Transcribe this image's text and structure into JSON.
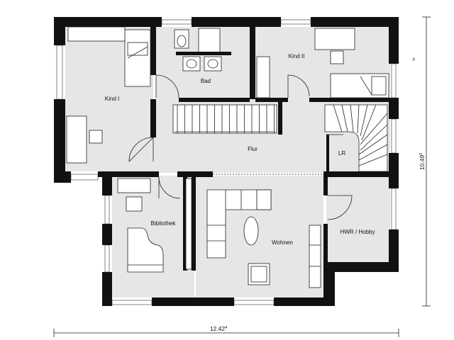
{
  "rooms": {
    "kind1": "Kind I",
    "bad": "Bad",
    "kind2": "Kind II",
    "flur": "Flur",
    "lr": "LR",
    "bibliothek": "Bibliothek",
    "wohnen": "Wohnen",
    "hwr": "HWR / Hobby"
  },
  "dimensions": {
    "width_label": "12.42",
    "width_sup": "4",
    "height_label": "10.49",
    "height_sup": "5"
  },
  "colors": {
    "wall": "#111111",
    "floor": "#e6e6e6",
    "background": "#ffffff"
  }
}
